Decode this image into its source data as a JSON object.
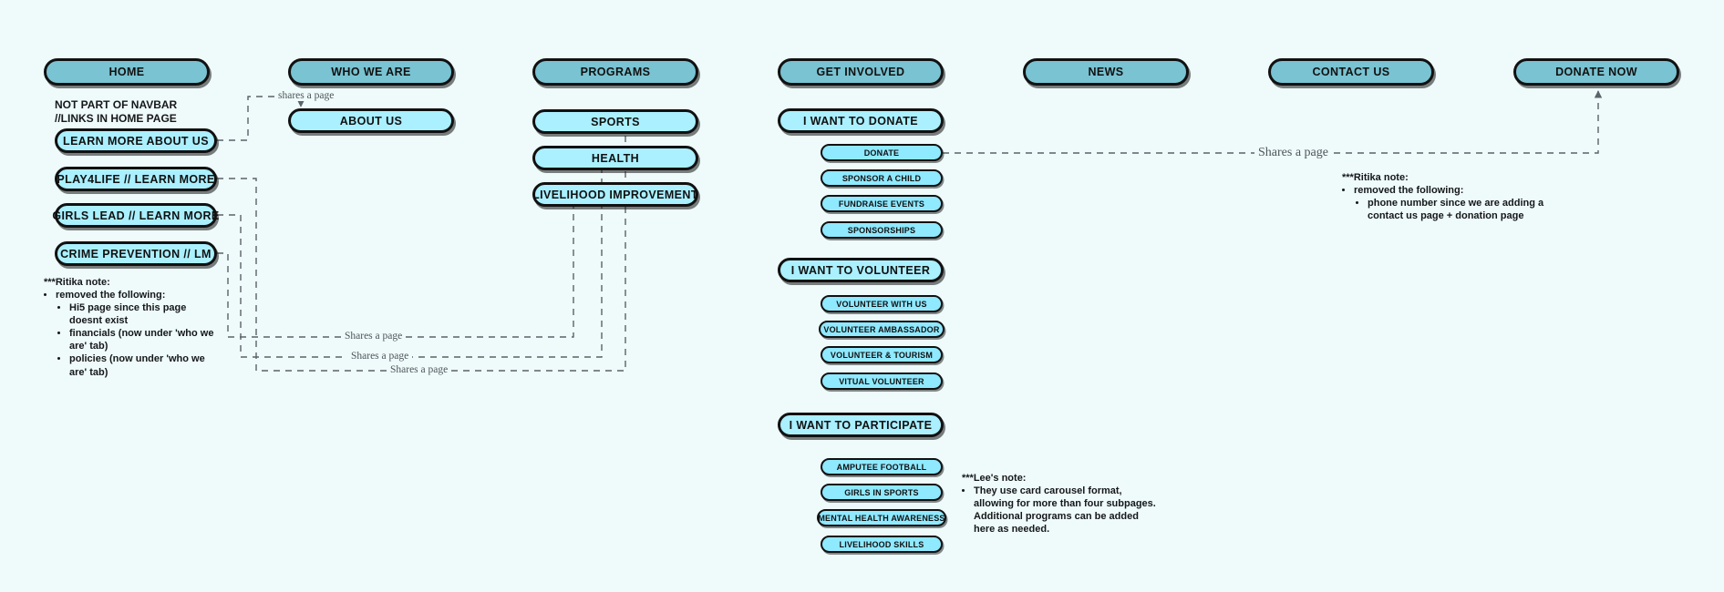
{
  "diagram": {
    "title": "Website Sitemap",
    "background_color": "#effafa",
    "nav_color": "#79c3d2",
    "sub_color": "#aaf0ff",
    "leaf_color": "#8fe9ff",
    "border_color": "#111111"
  },
  "nav": {
    "home": "HOME",
    "who_we_are": "WHO WE ARE",
    "programs": "PROGRAMS",
    "get_involved": "GET INVOLVED",
    "news": "NEWS",
    "contact_us": "CONTACT US",
    "donate_now": "DONATE NOW"
  },
  "home_column": {
    "caption": "NOT PART OF NAVBAR\n//LINKS IN HOME PAGE",
    "items": [
      {
        "label": "LEARN MORE ABOUT US"
      },
      {
        "label": "PLAY4LIFE // LEARN MORE"
      },
      {
        "label": "GIRLS LEAD // LEARN MORE"
      },
      {
        "label": "CRIME PREVENTION // LM"
      }
    ],
    "note": {
      "heading": "***Ritika note:",
      "bullet": "removed the following:",
      "sub_bullets": [
        "Hi5 page since this page doesnt exist",
        "financials (now under 'who we are' tab)",
        "policies (now under 'who we are' tab)"
      ]
    }
  },
  "who_we_are_column": {
    "items": [
      {
        "label": "ABOUT US"
      }
    ]
  },
  "programs_column": {
    "items": [
      {
        "label": "SPORTS"
      },
      {
        "label": "HEALTH"
      },
      {
        "label": "LIVELIHOOD IMPROVEMENT"
      }
    ]
  },
  "get_involved_column": {
    "groups": [
      {
        "label": "I WANT TO DONATE",
        "children": [
          {
            "label": "DONATE"
          },
          {
            "label": "SPONSOR A CHILD"
          },
          {
            "label": "FUNDRAISE EVENTS"
          },
          {
            "label": "SPONSORSHIPS"
          }
        ]
      },
      {
        "label": "I WANT TO VOLUNTEER",
        "children": [
          {
            "label": "VOLUNTEER WITH US"
          },
          {
            "label": "VOLUNTEER AMBASSADOR"
          },
          {
            "label": "VOLUNTEER & TOURISM"
          },
          {
            "label": "VITUAL VOLUNTEER"
          }
        ]
      },
      {
        "label": "I WANT TO PARTICIPATE",
        "children": [
          {
            "label": "AMPUTEE FOOTBALL"
          },
          {
            "label": "GIRLS IN SPORTS"
          },
          {
            "label": "MENTAL HEALTH AWARENESS"
          },
          {
            "label": "LIVELIHOOD SKILLS"
          }
        ]
      }
    ],
    "note": {
      "heading": "***Lee's note:",
      "bullet": "They use card carousel format, allowing for more than four subpages. Additional programs can be added here as needed."
    }
  },
  "donate_column": {
    "note": {
      "heading": "***Ritika note:",
      "bullet": "removed the following:",
      "sub_bullets": [
        "phone number since we are adding a contact us page + donation page"
      ]
    }
  },
  "edges": {
    "shares_a_page_lower": "shares a page",
    "shares_1": "Shares a page",
    "shares_2": "Shares a page",
    "shares_3": "Shares a page",
    "shares_donate": "Shares a page"
  }
}
